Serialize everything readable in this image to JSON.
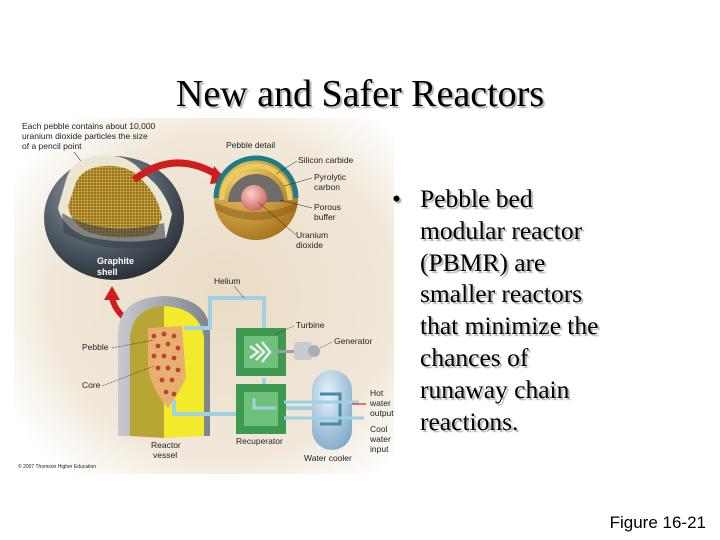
{
  "slide": {
    "title": "New and Safer Reactors",
    "bullet": {
      "marker": "•",
      "lines": [
        "Pebble bed",
        "modular reactor",
        "(PBMR) are",
        "smaller reactors",
        "that minimize the",
        "chances of",
        "runaway chain",
        "reactions."
      ]
    },
    "figure_label": "Figure 16-21"
  },
  "diagram": {
    "caption_top": [
      "Each pebble contains about 10,000",
      "uranium dioxide particles the size",
      "of a pencil point"
    ],
    "graphite_shell": [
      "Graphite",
      "shell"
    ],
    "pebble_detail": "Pebble detail",
    "layers": {
      "silicon_carbide": "Silicon carbide",
      "pyrolytic_carbon": [
        "Pyrolytic",
        "carbon"
      ],
      "porous_buffer": [
        "Porous",
        "buffer"
      ],
      "uranium_dioxide": [
        "Uranium",
        "dioxide"
      ]
    },
    "helium": "Helium",
    "turbine": "Turbine",
    "generator": "Generator",
    "pebble": "Pebble",
    "core": "Core",
    "reactor_vessel": [
      "Reactor",
      "vessel"
    ],
    "recuperator": "Recuperator",
    "water_cooler": "Water cooler",
    "hot_water_output": [
      "Hot",
      "water",
      "output"
    ],
    "cool_water_input": [
      "Cool",
      "water",
      "input"
    ],
    "copyright": "© 2007 Thomson Higher Education",
    "colors": {
      "background": "#efe6d6",
      "arrow_red": "#d01c1c",
      "graphite": "#5c6670",
      "fuel_gold": "#c9a032",
      "vessel_yellow": "#f2ea2a",
      "turbine_green": "#3d9a4e",
      "pipe_blue": "#9fd0e4"
    }
  }
}
